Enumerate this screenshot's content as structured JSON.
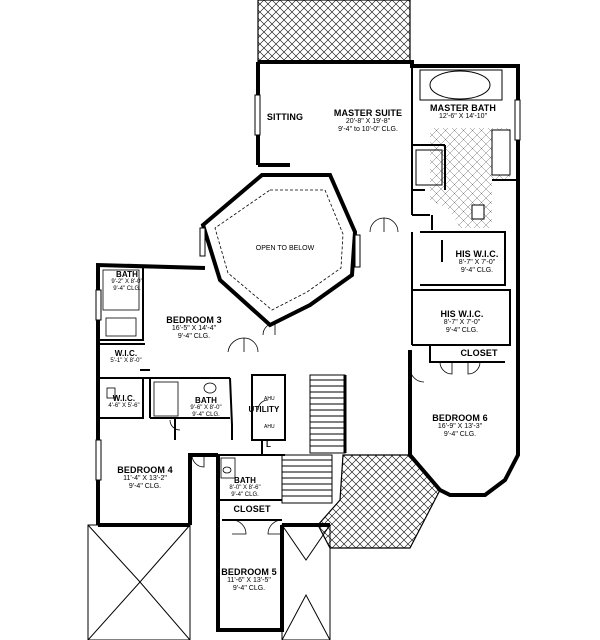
{
  "rooms": {
    "master_suite": {
      "name": "MASTER SUITE",
      "dims": "20'-8\" X 19'-8\"",
      "clg": "9'-4\" to 10'-0\" CLG."
    },
    "sitting": {
      "name": "SITTING"
    },
    "master_bath": {
      "name": "MASTER BATH",
      "dims": "12'-6\" X 14'-10\""
    },
    "his_wic_1": {
      "name": "HIS W.I.C.",
      "dims": "8'-7\" X 7'-0\"",
      "clg": "9'-4\" CLG."
    },
    "his_wic_2": {
      "name": "HIS W.I.C.",
      "dims": "8'-7\" X 7'-0\"",
      "clg": "9'-4\" CLG."
    },
    "open_to_below": {
      "name": "OPEN TO BELOW"
    },
    "bath_1": {
      "name": "BATH",
      "dims": "9'-2\" X 8'-0\"",
      "clg": "9'-4\" CLG."
    },
    "bedroom_3": {
      "name": "BEDROOM 3",
      "dims": "16'-5\" X 14'-4\"",
      "clg": "9'-4\" CLG."
    },
    "wic_1": {
      "name": "W.I.C.",
      "dims": "5'-1\" X 8'-0\""
    },
    "wic_2": {
      "name": "W.I.C.",
      "dims": "4'-6\" X 5'-6\""
    },
    "bath_2": {
      "name": "BATH",
      "dims": "9'-6\" X 8'-0\"",
      "clg": "9'-4\" CLG."
    },
    "utility": {
      "name": "UTILITY"
    },
    "closet_1": {
      "name": "CLOSET"
    },
    "bedroom_6": {
      "name": "BEDROOM 6",
      "dims": "16'-9\" X 13'-3\"",
      "clg": "9'-4\" CLG."
    },
    "bedroom_4": {
      "name": "BEDROOM 4",
      "dims": "11'-4\" X 13'-2\"",
      "clg": "9'-4\" CLG."
    },
    "bath_3": {
      "name": "BATH",
      "dims": "8'-0\" X 8'-6\"",
      "clg": "9'-4\" CLG."
    },
    "closet_2": {
      "name": "CLOSET"
    },
    "bedroom_5": {
      "name": "BEDROOM 5",
      "dims": "11'-6\" X 13'-5\"",
      "clg": "9'-4\" CLG."
    }
  },
  "fixtures": {
    "linen": "L",
    "ahu_1": "AHU",
    "ahu_2": "AHU"
  }
}
